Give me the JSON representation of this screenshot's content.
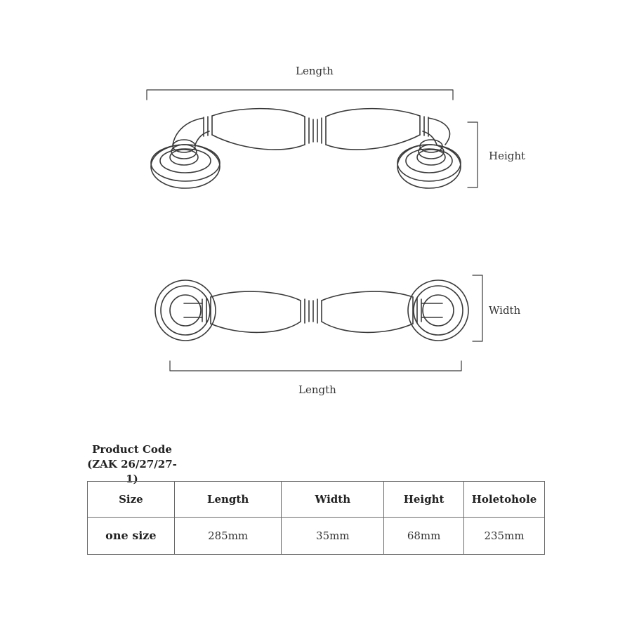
{
  "dimensions": {
    "top_length": "Length",
    "height": "Height",
    "width": "Width",
    "bottom_length": "Length"
  },
  "product_code": {
    "line1": "Product Code",
    "line2": "(ZAK 26/27/27-1)"
  },
  "table": {
    "headers": [
      "Size",
      "Length",
      "Width",
      "Height",
      "Holetohole"
    ],
    "row": [
      "one size",
      "285mm",
      "35mm",
      "68mm",
      "235mm"
    ]
  }
}
